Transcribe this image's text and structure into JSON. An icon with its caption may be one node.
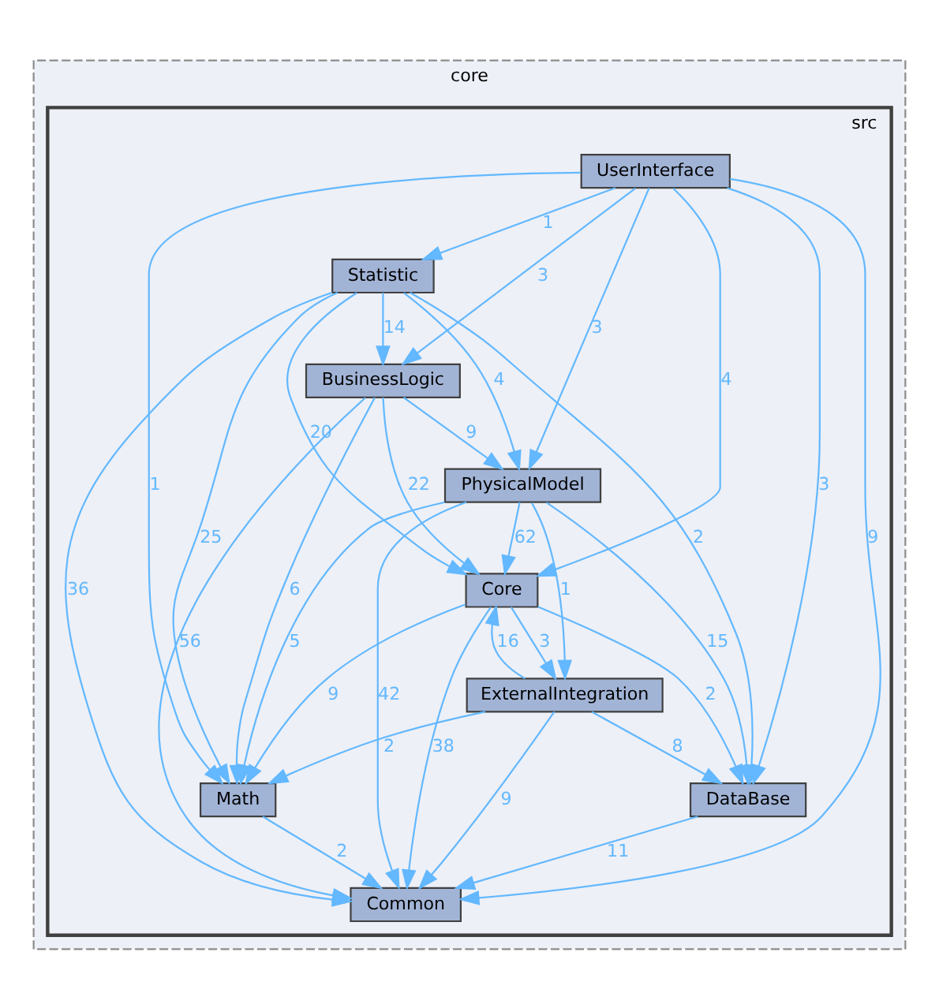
{
  "diagram": {
    "nodes": [
      {
        "text": [
          "core"
        ]
      },
      {
        "text": [
          "src"
        ],
        "in": 0
      },
      {
        "text": [
          "UserInterface"
        ],
        "in": 1
      },
      {
        "text": [
          "Statistic"
        ],
        "in": 1
      },
      {
        "text": [
          "BusinessLogic"
        ],
        "in": 1
      },
      {
        "text": [
          "PhysicalModel"
        ],
        "in": 1
      },
      {
        "text": [
          "Core"
        ],
        "in": 1
      },
      {
        "text": [
          "ExternalIntegration"
        ],
        "in": 1
      },
      {
        "text": [
          "Math"
        ],
        "in": 1
      },
      {
        "text": [
          "DataBase"
        ],
        "in": 1
      },
      {
        "text": [
          "Common"
        ],
        "in": 1
      }
    ],
    "edges": [
      {
        "from": 2,
        "to": 3,
        "arrow": "to",
        "label": "1"
      },
      {
        "from": 2,
        "to": 4,
        "arrow": "to",
        "label": "3"
      },
      {
        "from": 2,
        "to": 5,
        "arrow": "to",
        "label": "3"
      },
      {
        "from": 2,
        "to": 6,
        "arrow": "to",
        "label": "4"
      },
      {
        "from": 2,
        "to": 8,
        "arrow": "to",
        "label": "1"
      },
      {
        "from": 2,
        "to": 10,
        "arrow": "to",
        "label": "9"
      },
      {
        "from": 2,
        "to": 9,
        "arrow": "to",
        "label": "3"
      },
      {
        "from": 3,
        "to": 4,
        "arrow": "to",
        "label": "14"
      },
      {
        "from": 3,
        "to": 5,
        "arrow": "to",
        "label": "4"
      },
      {
        "from": 3,
        "to": 6,
        "arrow": "to",
        "label": "20"
      },
      {
        "from": 3,
        "to": 8,
        "arrow": "to",
        "label": "25"
      },
      {
        "from": 3,
        "to": 10,
        "arrow": "to",
        "label": "36"
      },
      {
        "from": 3,
        "to": 9,
        "arrow": "to",
        "label": "2"
      },
      {
        "from": 4,
        "to": 5,
        "arrow": "to",
        "label": "9"
      },
      {
        "from": 4,
        "to": 6,
        "arrow": "to",
        "label": "22"
      },
      {
        "from": 4,
        "to": 8,
        "arrow": "to",
        "label": "6"
      },
      {
        "from": 4,
        "to": 10,
        "arrow": "to",
        "label": "56"
      },
      {
        "from": 5,
        "to": 6,
        "arrow": "to",
        "label": "62"
      },
      {
        "from": 5,
        "to": 7,
        "arrow": "to",
        "label": "1"
      },
      {
        "from": 5,
        "to": 8,
        "arrow": "to",
        "label": "5"
      },
      {
        "from": 5,
        "to": 9,
        "arrow": "to",
        "label": "15"
      },
      {
        "from": 5,
        "to": 10,
        "arrow": "to",
        "label": "42"
      },
      {
        "from": 6,
        "to": 7,
        "arrow": "to",
        "label": "3"
      },
      {
        "from": 6,
        "to": 8,
        "arrow": "to",
        "label": "9"
      },
      {
        "from": 6,
        "to": 10,
        "arrow": "to",
        "label": "38"
      },
      {
        "from": 6,
        "to": 9,
        "arrow": "to",
        "label": "2"
      },
      {
        "from": 7,
        "to": 6,
        "arrow": "to",
        "label": "16"
      },
      {
        "from": 7,
        "to": 8,
        "arrow": "to",
        "label": "2"
      },
      {
        "from": 7,
        "to": 10,
        "arrow": "to",
        "label": "9"
      },
      {
        "from": 7,
        "to": 9,
        "arrow": "to",
        "label": "8"
      },
      {
        "from": 8,
        "to": 10,
        "arrow": "to",
        "label": "2"
      },
      {
        "from": 9,
        "to": 10,
        "arrow": "to",
        "label": "11"
      }
    ]
  }
}
